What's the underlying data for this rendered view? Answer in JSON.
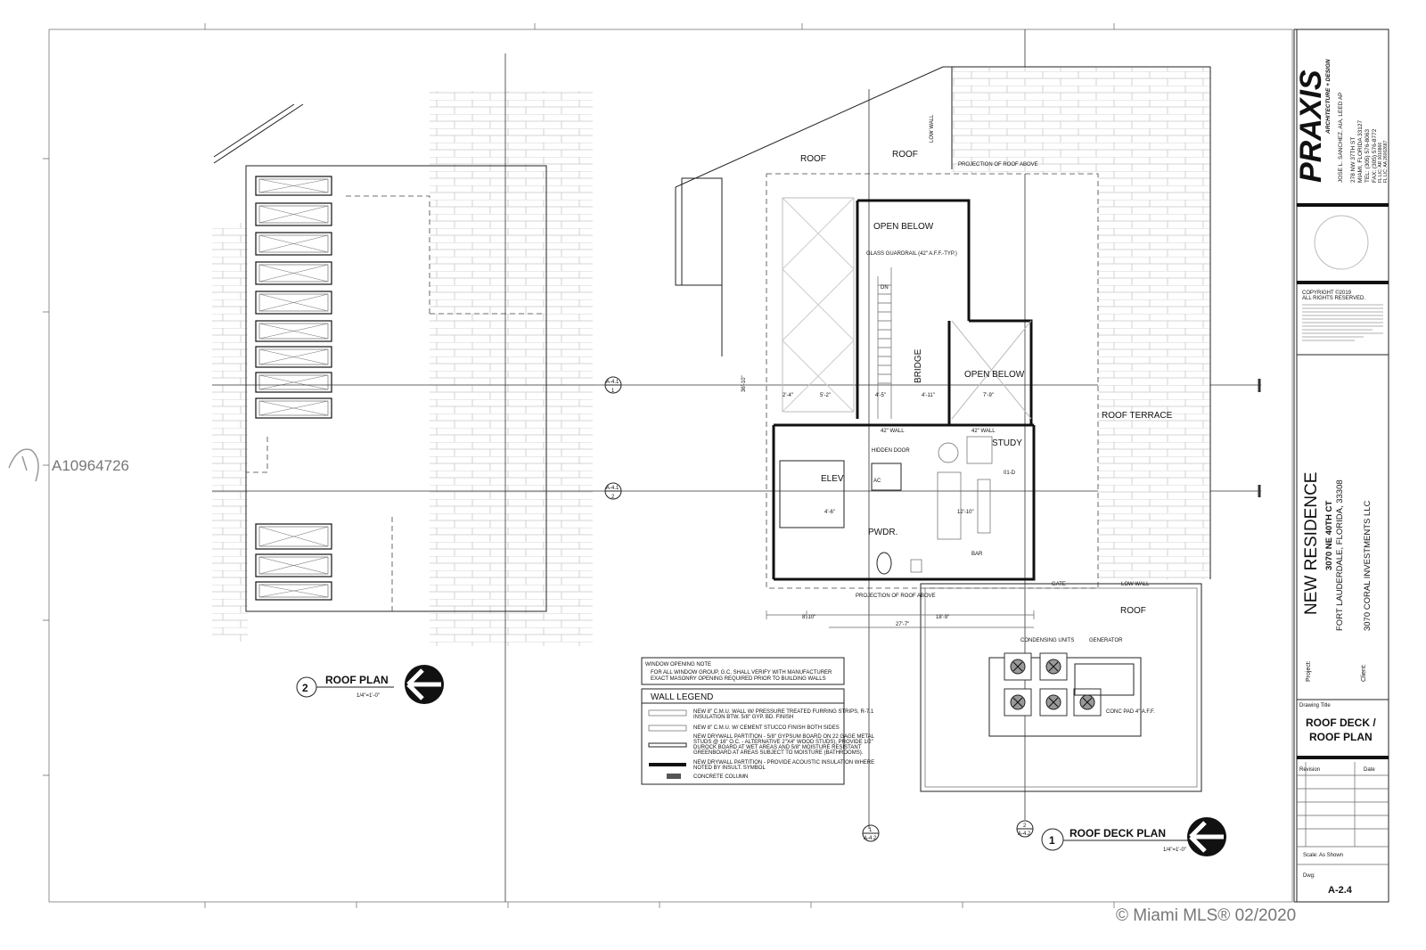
{
  "watermark": {
    "listing_id": "A10964726",
    "footer": "© Miami MLS® 02/2020"
  },
  "roof_plan": {
    "number": "2",
    "title": "ROOF PLAN",
    "scale": "1/4\"=1'-0\""
  },
  "roof_deck_plan": {
    "number": "1",
    "title": "ROOF DECK PLAN",
    "scale": "1/4\"=1'-0\"",
    "rooms": {
      "roof_1": "ROOF",
      "roof_2": "ROOF",
      "roof_3": "ROOF",
      "open_below_1": "OPEN BELOW",
      "open_below_2": "OPEN BELOW",
      "bridge": "BRIDGE",
      "study": "STUDY",
      "elev": "ELEV.",
      "pwdr": "PWDR.",
      "roof_terrace": "ROOF TERRACE",
      "low_wall_1": "LOW WALL",
      "low_wall_2": "LOW WALL",
      "hidden_door": "HIDDEN DOOR",
      "ac": "AC",
      "bar": "BAR",
      "gate": "GATE",
      "glass_guardrail": "GLASS GUARDRAIL (42\" A.F.F.-TYP.)",
      "wall_42_1": "42\" WALL",
      "wall_42_2": "42\" WALL",
      "projection_1": "PROJECTION OF ROOF ABOVE",
      "projection_2": "PROJECTION OF ROOF ABOVE",
      "dn": "DN",
      "condensing_units": "CONDENSING UNITS",
      "generator": "GENERATOR",
      "conc_pad": "CONC PAD 4\" A.F.F.",
      "tag_01": "01-D"
    },
    "dimensions": [
      "36'-10\"",
      "8'-10\"",
      "18'-9\"",
      "27'-7\"",
      "4'-5\"",
      "4'-11\"",
      "7'-9\"",
      "2'-4\"",
      "5'-2\"",
      "4'-6\"",
      "12'-10\""
    ],
    "section_markers": [
      {
        "num": "1",
        "sheet": "A-4.1"
      },
      {
        "num": "2",
        "sheet": "A-4.1"
      },
      {
        "num": "1",
        "sheet": "A-4.2"
      },
      {
        "num": "2",
        "sheet": "A-4.2"
      }
    ]
  },
  "window_note": {
    "title": "WINDOW OPENING NOTE",
    "lines": [
      "FOR ALL WINDOW GROUP, G.C. SHALL VERIFY WITH MANUFACTURER",
      "EXACT MASONRY OPENING REQUIRED PRIOR TO BUILDING WALLS"
    ]
  },
  "wall_legend": {
    "title": "WALL LEGEND",
    "items": [
      [
        "NEW 8\" C.M.U. WALL W/ PRESSURE TREATED FURRING STRIPS, R-7.1",
        "INSULATION BTW. 5/8\" GYP. BD. FINISH"
      ],
      [
        "NEW 8\" C.M.U. W/ CEMENT STUCCO FINISH BOTH SIDES"
      ],
      [
        "NEW DRYWALL PARTITION - 5/8\" GYPSUM BOARD ON 22 GAGE METAL",
        "STUDS @ 16\" O.C. - ALTERNATIVE 2\"X4\" WOOD STUDS), PROVIDE 1/2\"",
        "DUROCK BOARD AT WET AREAS AND 5/8\" MOISTURE RESISTANT",
        "GREENBOARD AT AREAS SUBJECT TO MOISTURE (BATHROOMS)."
      ],
      [
        "NEW DRYWALL PARTITION - PROVIDE ACOUSTIC INSULATION WHERE",
        "NOTED BY INSULT. SYMBOL"
      ],
      [
        "CONCRETE COLUMN"
      ]
    ]
  },
  "title_block": {
    "firm": "PRAXIS",
    "firm_sub": "ARCHITECTURE + DESIGN",
    "architect": "JOSE L. SANCHEZ, AIA, LEED AP",
    "address_lines": [
      "278 NW 37TH ST",
      "MIAMI, FLORIDA 33127",
      "TEL: (305) 576-8063",
      "FAX: (305) 576-8772",
      "FL LIC: AR 0016866",
      "FL LIC: AA 26002687"
    ],
    "copyright": "COPYRIGHT ©2019",
    "rights": "ALL RIGHTS RESERVED.",
    "project_label": "Project:",
    "project_name": "NEW RESIDENCE",
    "project_address": "3070 NE 40TH CT",
    "project_city": "FORT LAUDERDALE, FLORIDA, 33308",
    "client_label": "Client:",
    "client": "3070 CORAL INVESTMENTS LLC",
    "drawing_title_label": "Drawing Title",
    "drawing_title_1": "ROOF DECK /",
    "drawing_title_2": "ROOF PLAN",
    "revision_label": "Revision",
    "date_label": "Date",
    "scale": "Scale: As Shown",
    "dwg_label": "Dwg:",
    "dwg_number": "A-2.4"
  }
}
